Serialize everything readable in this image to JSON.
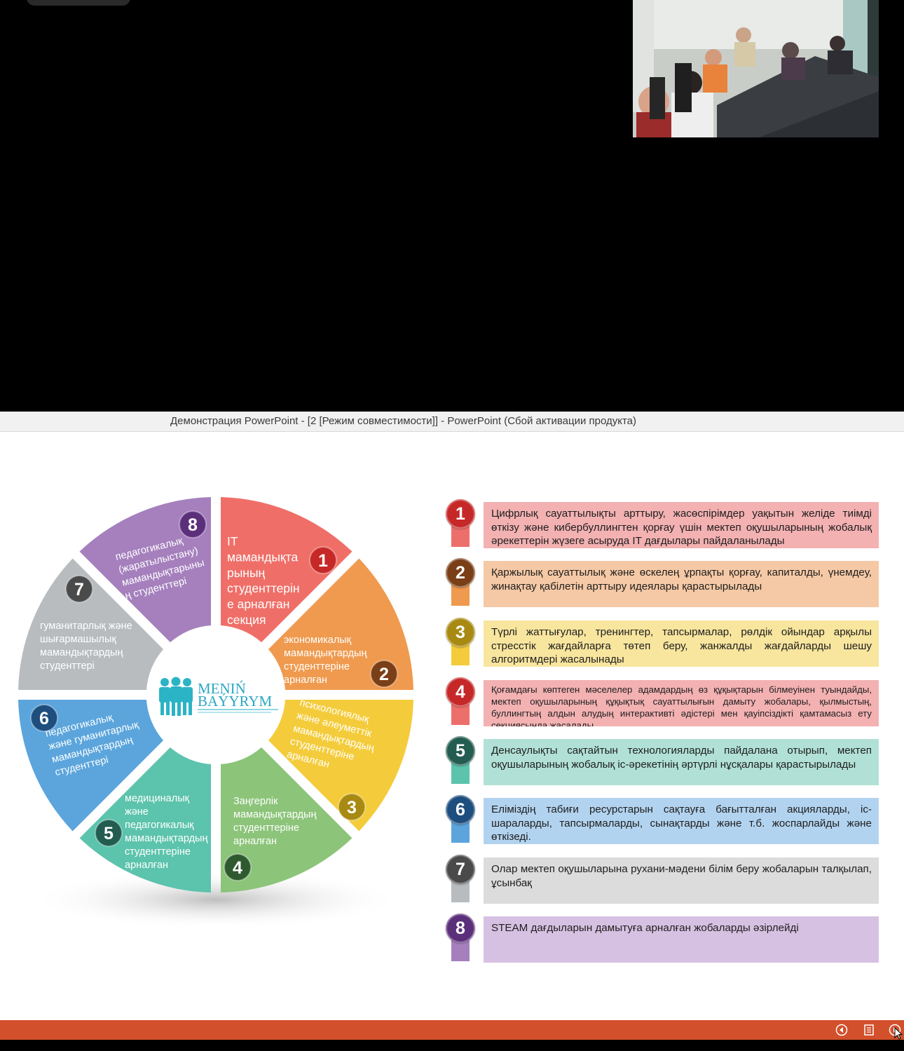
{
  "window": {
    "title": "Демонстрация PowerPoint - [2 [Режим совместимости]] - PowerPoint (Сбой активации продукта)"
  },
  "video_feed": {
    "icon": "video-participant-feed"
  },
  "slide": {
    "logo": {
      "line1": "MENIŃ",
      "line2": "BAÝYRYM"
    },
    "wheel": [
      {
        "n": "1",
        "color": "#ef6f68",
        "badge": "#c62828",
        "lines": [
          "IT",
          "мамандықта",
          "рының",
          "студенттерін",
          "е арналған",
          "секция"
        ]
      },
      {
        "n": "2",
        "color": "#ef9a4e",
        "badge": "#7a3f17",
        "lines": [
          "экономикалық",
          "мамандықтардың",
          "студенттеріне",
          "арналған"
        ]
      },
      {
        "n": "3",
        "color": "#f4cc3b",
        "badge": "#a88a13",
        "lines": [
          "психологиялық",
          "және әлеуметтік",
          "мамандықтардың",
          "студенттеріне",
          "арналған"
        ]
      },
      {
        "n": "4",
        "color": "#8cc47a",
        "badge": "#2f5a30",
        "lines": [
          "Заңгерлік",
          "мамандықтардың",
          "студенттеріне",
          "арналған"
        ]
      },
      {
        "n": "5",
        "color": "#5cc3ac",
        "badge": "#235c50",
        "lines": [
          "медициналық",
          "және",
          "педагогикалық",
          "мамандықтардың",
          "студенттеріне",
          "арналған"
        ]
      },
      {
        "n": "6",
        "color": "#5ba5dc",
        "badge": "#1d4e7e",
        "lines": [
          "педагогикалық",
          "және гуманитарлық",
          "мамандықтардың",
          "студенттері"
        ]
      },
      {
        "n": "7",
        "color": "#b8bcbf",
        "badge": "#4a4a4a",
        "lines": [
          "гуманитарлық және",
          "шығармашылық",
          "мамандықтардың",
          "студенттері"
        ]
      },
      {
        "n": "8",
        "color": "#a580bd",
        "badge": "#5b2f7a",
        "lines": [
          "педагогикалық",
          "(жаратылыстану)",
          "мамандықтарыны",
          "ң студенттері"
        ]
      }
    ],
    "rows": [
      {
        "n": "1",
        "circle": "#c62828",
        "tab": "#ec6f6b",
        "box": "#f3b1b2",
        "text": "Цифрлық сауаттылықты арттыру, жасөспірімдер уақытын желіде тиімді өткізу және кибербуллингтен қорғау үшін мектеп оқушыларының жобалық әрекеттерін жүзеге асыруда IT дағдылары пайдаланылады"
      },
      {
        "n": "2",
        "circle": "#7a3f17",
        "tab": "#ef9a4e",
        "box": "#f5c9a5",
        "text": "Қаржылық сауаттылық және өскелең ұрпақты қорғау, капиталды, үнемдеу, жинақтау қабілетін арттыру идеялары қарастырылады"
      },
      {
        "n": "3",
        "circle": "#a88a13",
        "tab": "#f4cc3b",
        "box": "#f8e59e",
        "text": "Түрлі жаттығулар, тренингтер, тапсырмалар, рөлдік ойындар арқылы стресстік жағдайларға төтеп беру, жанжалды жағдайларды шешу алгоритмдері жасалынады"
      },
      {
        "n": "4",
        "circle": "#c62828",
        "tab": "#ec6f6b",
        "box": "#f3b1b2",
        "small": true,
        "text": "Қоғамдағы көптеген мәселелер адамдардың өз құқықтарын білмеуінен туындайды, мектеп оқушыларының құқықтық сауаттылығын дамыту жобалары, қылмыстың, буллингтың алдын алудың интерактивті әдістері мен қауіпсіздікті қамтамасыз ету секциясында жасалады"
      },
      {
        "n": "5",
        "circle": "#235c50",
        "tab": "#5cc3ac",
        "box": "#b1e1d6",
        "text": "Денсаулықты сақтайтын технологияларды пайдалана отырып, мектеп оқушыларының жобалық іс-әрекетінің әртүрлі нұсқалары қарастырылады"
      },
      {
        "n": "6",
        "circle": "#1d4e7e",
        "tab": "#5ba5dc",
        "box": "#b2d3ef",
        "text": "Еліміздің табиғи ресурстарын сақтауға бағытталған акцияларды, іс-шараларды, тапсырмаларды, сынақтарды және т.б. жоспарлайды және өткізеді."
      },
      {
        "n": "7",
        "circle": "#4a4a4a",
        "tab": "#b8bcbf",
        "box": "#dcdcdc",
        "text": "Олар мектеп оқушыларына рухани-мәдени білім беру жобаларын талқылап, ұсынбақ"
      },
      {
        "n": "8",
        "circle": "#5b2f7a",
        "tab": "#a580bd",
        "box": "#d7c1e2",
        "text": "STEAM дағдыларын дамытуға арналған жобаларды әзірлейді"
      }
    ]
  },
  "bottom_bar": {
    "color": "#d2502b",
    "icons": [
      "previous-slide-icon",
      "reading-view-icon",
      "next-slide-icon"
    ]
  }
}
